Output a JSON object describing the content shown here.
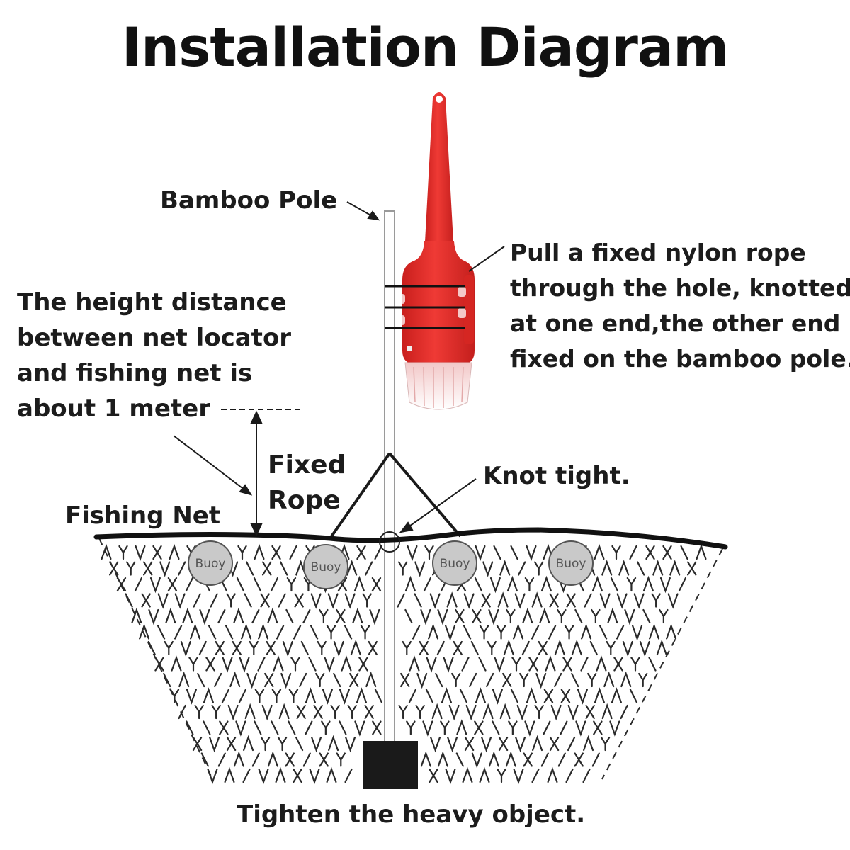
{
  "title": "Installation Diagram",
  "labels": {
    "bamboo_pole": "Bamboo Pole",
    "height_note": [
      "The height distance",
      "between net locator",
      "and fishing net is",
      "about 1 meter"
    ],
    "rope_note": [
      "Pull a fixed nylon rope",
      "through the hole, knotted",
      "at one end,the other end",
      "fixed on the bamboo pole."
    ],
    "fixed_rope": [
      "Fixed",
      "Rope"
    ],
    "knot_tight": "Knot tight.",
    "fishing_net": "Fishing Net",
    "heavy_object": "Tighten the heavy object."
  },
  "buoys": [
    "Buoy",
    "Buoy",
    "Buoy",
    "Buoy"
  ],
  "colors": {
    "locator_red": "#e8322f",
    "locator_dark": "#c41f1d",
    "ink": "#1c1c1c",
    "pole": "#bdbdbd",
    "buoy_fill": "#c9c9c9",
    "weight": "#1a1a1a"
  }
}
